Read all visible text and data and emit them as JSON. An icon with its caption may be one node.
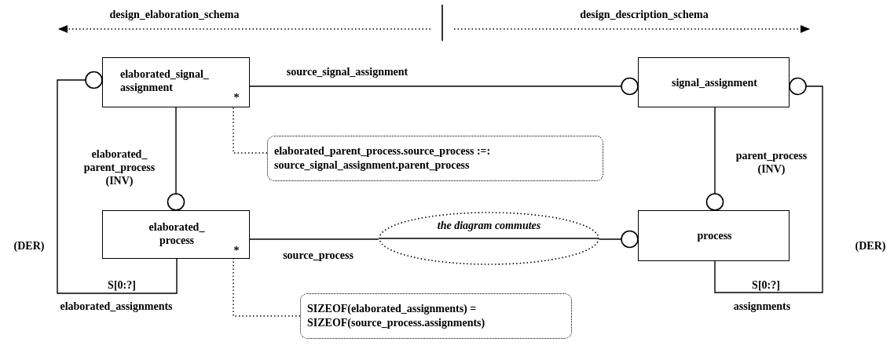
{
  "diagram": {
    "nodes": [
      {
        "text": [
          "elaborated_signal_ assignment",
          "*"
        ]
      },
      {
        "text": [
          "signal_assignment"
        ]
      },
      {
        "text": [
          "elaborated_parent_process.source_process :=: source_signal_assignment.parent_process"
        ]
      },
      {
        "text": [
          "elaborated_ process",
          "*"
        ]
      },
      {
        "text": [
          "the diagram commutes"
        ]
      },
      {
        "text": [
          "process"
        ]
      },
      {
        "text": [
          "SIZEOF(elaborated_assignments) = SIZEOF(source_process.assignments)"
        ]
      }
    ],
    "edges": [
      {
        "from": 0,
        "to": 1,
        "arrow": "other",
        "label": "source_signal_assignment"
      },
      {
        "from": 0,
        "to": 3,
        "arrow": "other",
        "label": "elaborated_ parent_process (INV)"
      },
      {
        "from": 3,
        "to": 0,
        "arrow": "other",
        "label": "elaborated_assignments"
      },
      {
        "from": 3,
        "to": 4,
        "arrow": "none",
        "label": "source_process"
      },
      {
        "from": 4,
        "to": 5,
        "arrow": "other"
      },
      {
        "from": 1,
        "to": 5,
        "arrow": "other",
        "label": "parent_process (INV)"
      },
      {
        "from": 5,
        "to": 1,
        "arrow": "other",
        "label": "assignments"
      },
      {
        "from": 2,
        "to": 0,
        "arrow": "none",
        "style": "dashed"
      },
      {
        "from": 6,
        "to": 3,
        "arrow": "none",
        "style": "dashed"
      }
    ],
    "labels": [
      "design_elaboration_schema",
      "design_description_schema",
      "(DER)",
      "(DER)",
      "S[0:?]",
      "S[0:?]"
    ]
  }
}
